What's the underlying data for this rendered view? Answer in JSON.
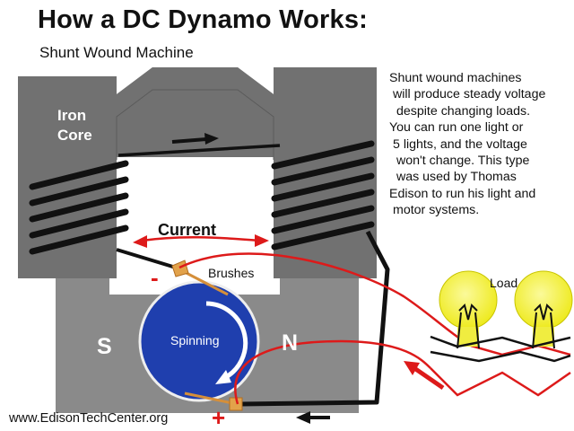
{
  "title": "How a DC Dynamo Works:",
  "subtitle": "Shunt Wound Machine",
  "description_lines": [
    "Shunt wound machines",
    " will produce steady voltage",
    "  despite changing loads.",
    "You can run one light or",
    " 5 lights, and the voltage",
    "  won't  change. This type",
    "  was used by Thomas",
    "Edison to run his light and",
    "  motor systems."
  ],
  "labels": {
    "iron_core_line1": "Iron",
    "iron_core_line2": "Core",
    "current": "Current",
    "brushes": "Brushes",
    "minus": "-",
    "plus": "+",
    "south_pole": "S",
    "north_pole": "N",
    "spinning": "Spinning",
    "load": "Load"
  },
  "footer": "www.EdisonTechCenter.org",
  "colors": {
    "iron": "#717171",
    "iron_dark": "#4a4a4a",
    "magnet": "#8a8a8a",
    "coil": "#111111",
    "armature": "#1f3fae",
    "current_wire": "#dd1a1a",
    "brush": "#e2a24a",
    "bulb": "#f3f02a"
  }
}
